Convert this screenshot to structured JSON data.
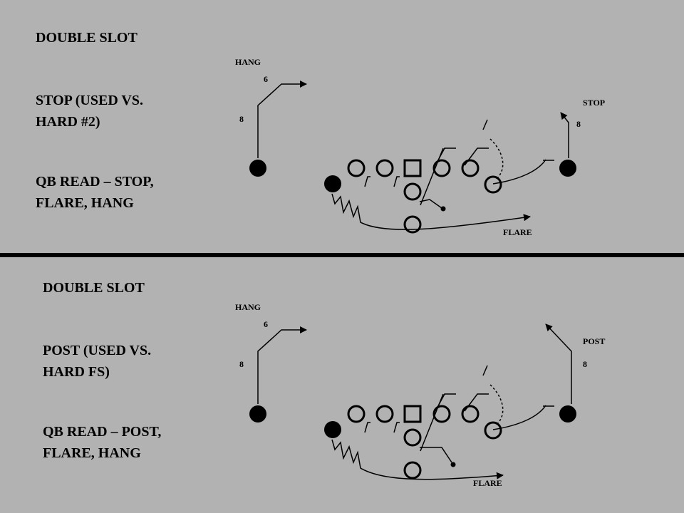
{
  "slides": [
    {
      "formation": "DOUBLE SLOT",
      "concept_line1": "STOP (USED VS.",
      "concept_line2": "HARD #2)",
      "read_line1": "QB READ – STOP,",
      "read_line2": "FLARE, HANG",
      "left_route": "HANG",
      "left_depth_top": "6",
      "left_depth_bottom": "8",
      "right_route": "STOP",
      "right_depth": "8",
      "back_route": "FLARE"
    },
    {
      "formation": "DOUBLE SLOT",
      "concept_line1": "POST (USED VS.",
      "concept_line2": "HARD FS)",
      "read_line1": "QB READ – POST,",
      "read_line2": "FLARE, HANG",
      "left_route": "HANG",
      "left_depth_top": "6",
      "left_depth_bottom": "8",
      "right_route": "POST",
      "right_depth": "8",
      "back_route": "FLARE"
    }
  ],
  "colors": {
    "background": "#b2b2b2",
    "ink": "#000000"
  }
}
